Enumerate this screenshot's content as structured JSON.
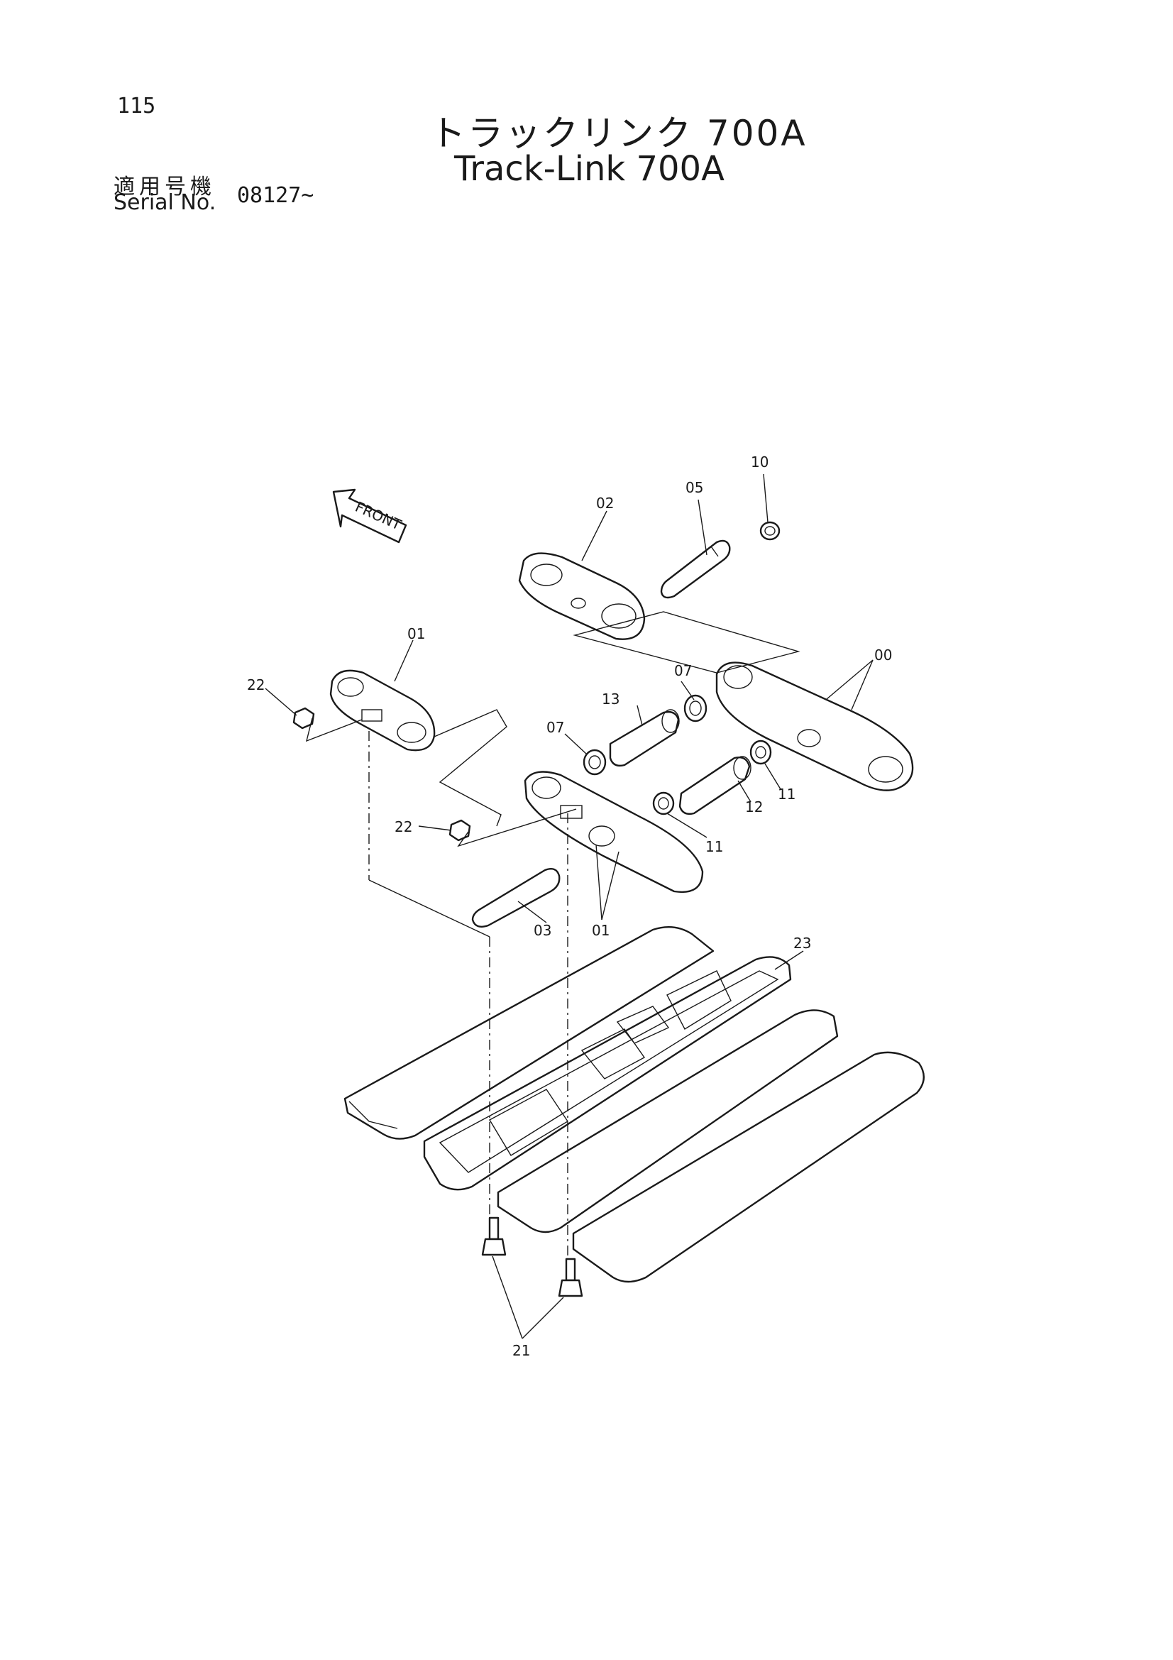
{
  "header": {
    "page_number": "115",
    "title_ja": "トラックリンク 700A",
    "title_en": "Track-Link 700A",
    "serial_label_ja": "適用号機",
    "serial_label_en": "Serial No.",
    "serial_value": "08127~"
  },
  "diagram": {
    "front_label": "FRONT",
    "callouts": [
      "10",
      "05",
      "02",
      "01",
      "00",
      "07",
      "13",
      "07",
      "22",
      "11",
      "12",
      "22",
      "11",
      "03",
      "01",
      "23",
      "21"
    ]
  }
}
